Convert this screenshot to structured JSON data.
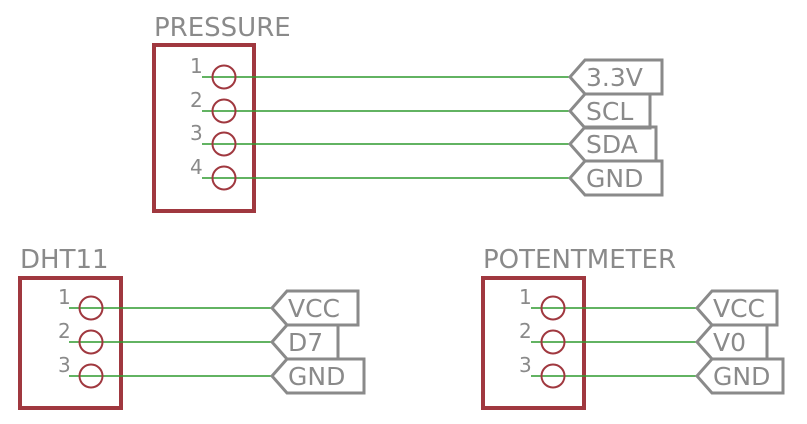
{
  "connectors": [
    {
      "name": "PRESSURE",
      "pins": [
        {
          "num": "1",
          "signal": "3.3V"
        },
        {
          "num": "2",
          "signal": "SCL"
        },
        {
          "num": "3",
          "signal": "SDA"
        },
        {
          "num": "4",
          "signal": "GND"
        }
      ]
    },
    {
      "name": "DHT11",
      "pins": [
        {
          "num": "1",
          "signal": "VCC"
        },
        {
          "num": "2",
          "signal": "D7"
        },
        {
          "num": "3",
          "signal": "GND"
        }
      ]
    },
    {
      "name": "POTENTMETER",
      "pins": [
        {
          "num": "1",
          "signal": "VCC"
        },
        {
          "num": "2",
          "signal": "V0"
        },
        {
          "num": "3",
          "signal": "GND"
        }
      ]
    }
  ],
  "colors": {
    "connector_outline": "#a0383f",
    "wire": "#2f9a2f",
    "label": "#8a8a8a",
    "background": "#ffffff"
  }
}
